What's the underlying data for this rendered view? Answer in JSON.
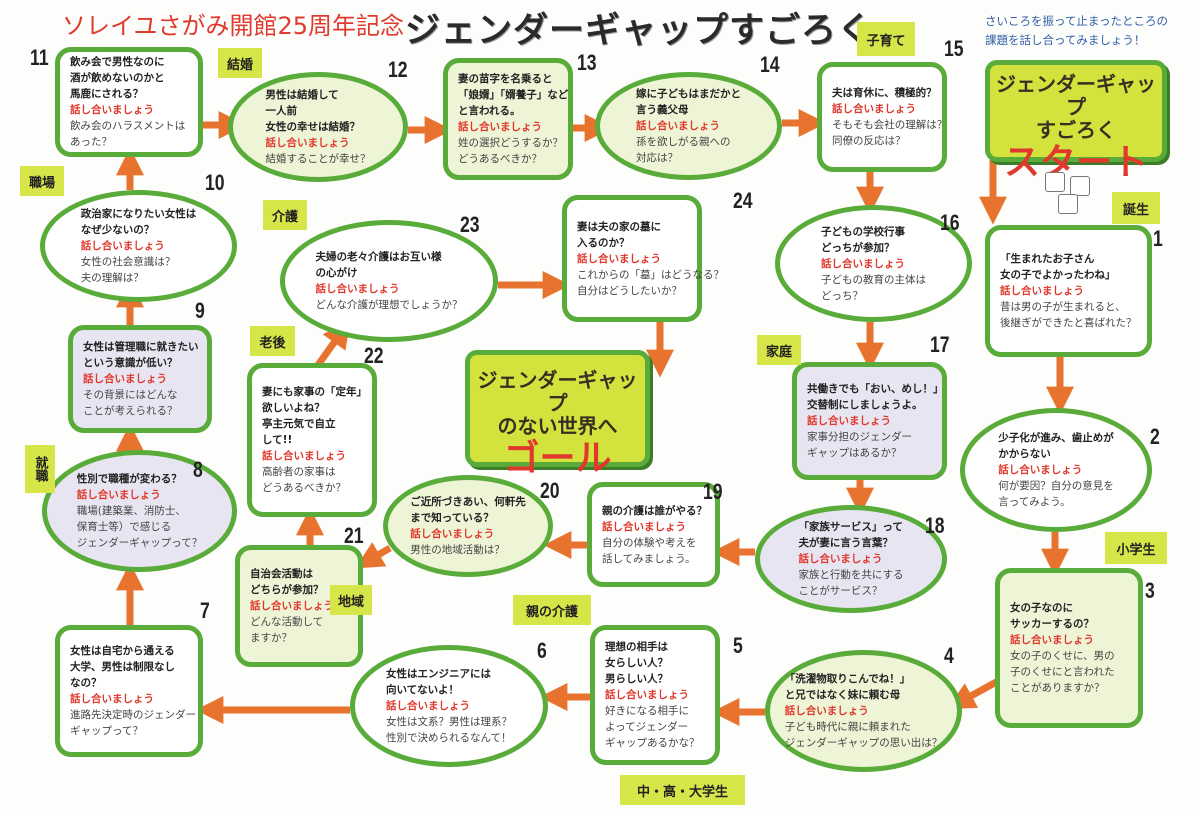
{
  "header": {
    "subtitle": "ソレイユさがみ開館25周年記念",
    "title": "ジェンダーギャップすごろく",
    "instructions": [
      "さいころを振って止まったところの",
      "課題を話し合ってみましょう！"
    ]
  },
  "start": {
    "lines": [
      "ジェンダーギャップ",
      "すごろく"
    ],
    "label": "スタート"
  },
  "goal": {
    "lines": [
      "ジェンダーギャップ",
      "のない世界へ"
    ],
    "label": "ゴール"
  },
  "discuss_label": "話し合いましょう",
  "categories": {
    "birth": "誕生",
    "elementary": "小学生",
    "students": "中・高・大学生",
    "parent_care": "親の介護",
    "job_hunting": "就職",
    "workplace": "職場",
    "marriage": "結婚",
    "childcare": "子育て",
    "home": "家庭",
    "community": "地域",
    "old_age": "老後",
    "care": "介護"
  },
  "squares": [
    {
      "num": "1",
      "q": [
        "「生まれたお子さん",
        "女の子でよかったわね」"
      ],
      "p": [
        "昔は男の子が生まれると、",
        "後継ぎができたと喜ばれた？"
      ]
    },
    {
      "num": "2",
      "q": [
        "少子化が進み、歯止めが",
        "かからない"
      ],
      "p": [
        "何が要因？自分の意見を",
        "言ってみよう。"
      ]
    },
    {
      "num": "3",
      "q": [
        "女の子なのに",
        "サッカーするの？"
      ],
      "p": [
        "女の子のくせに、男の",
        "子のくせにと言われた",
        "ことがありますか？"
      ]
    },
    {
      "num": "4",
      "q": [
        "「洗濯物取りこんでね！」",
        "と兄ではなく妹に頼む母"
      ],
      "p": [
        "子ども時代に親に頼まれた",
        "ジェンダーギャップの思い出は？"
      ]
    },
    {
      "num": "5",
      "q": [
        "理想の相手は",
        "女らしい人？",
        "男らしい人？"
      ],
      "p": [
        "好きになる相手に",
        "よってジェンダー",
        "ギャップあるかな？"
      ]
    },
    {
      "num": "6",
      "q": [
        "女性はエンジニアには",
        "向いてないよ！"
      ],
      "p": [
        "女性は文系？男性は理系？",
        "性別で決められるなんて！"
      ]
    },
    {
      "num": "7",
      "q": [
        "女性は自宅から通える",
        "大学、男性は制限なし",
        "なの？"
      ],
      "p": [
        "進路先決定時のジェンダー",
        "ギャップって？"
      ]
    },
    {
      "num": "8",
      "q": [
        "性別で職種が変わる？"
      ],
      "p": [
        "職場(建築業、消防士、",
        "保育士等）で感じる",
        "ジェンダーギャップって？"
      ]
    },
    {
      "num": "9",
      "q": [
        "女性は管理職に就きたい",
        "という意識が低い？"
      ],
      "p": [
        "その背景にはどんな",
        "ことが考えられる？"
      ]
    },
    {
      "num": "10",
      "q": [
        "政治家になりたい女性は",
        "なぜ少ないの？"
      ],
      "p": [
        "女性の社会意識は？",
        "夫の理解は？"
      ]
    },
    {
      "num": "11",
      "q": [
        "飲み会で男性なのに",
        "酒が飲めないのかと",
        "馬鹿にされる？"
      ],
      "p": [
        "飲み会のハラスメントは",
        "あった？"
      ]
    },
    {
      "num": "12",
      "q": [
        "男性は結婚して",
        "一人前",
        "女性の幸せは結婚？"
      ],
      "p": [
        "結婚することが幸せ？"
      ]
    },
    {
      "num": "13",
      "q": [
        "妻の苗字を名乗ると",
        "「娘婿」「婿養子」など",
        "と言われる。"
      ],
      "p": [
        "姓の選択どうするか？",
        "どうあるべきか？"
      ]
    },
    {
      "num": "14",
      "q": [
        "嫁に子どもはまだかと",
        "言う義父母"
      ],
      "p": [
        "孫を欲しがる親への",
        "対応は？"
      ]
    },
    {
      "num": "15",
      "q": [
        "夫は育休に、積極的？"
      ],
      "p": [
        "そもそも会社の理解は？",
        "同僚の反応は？"
      ]
    },
    {
      "num": "16",
      "q": [
        "子どもの学校行事",
        "どっちが参加？"
      ],
      "p": [
        "子どもの教育の主体は",
        "どっち？"
      ]
    },
    {
      "num": "17",
      "q": [
        "共働きでも「おい、めし！」",
        "交替制にしましょうよ。"
      ],
      "p": [
        "家事分担のジェンダー",
        "ギャップはあるか？"
      ]
    },
    {
      "num": "18",
      "q": [
        "「家族サービス」って",
        "夫が妻に言う言葉？"
      ],
      "p": [
        "家族と行動を共にする",
        "ことがサービス？"
      ]
    },
    {
      "num": "19",
      "q": [
        "親の介護は誰がやる？"
      ],
      "p": [
        "自分の体験や考えを",
        "話してみましょう。"
      ]
    },
    {
      "num": "20",
      "q": [
        "ご近所づきあい、何軒先",
        "まで知っている？"
      ],
      "p": [
        "男性の地域活動は？"
      ]
    },
    {
      "num": "21",
      "q": [
        "自治会活動は",
        "どちらが参加？"
      ],
      "p": [
        "どんな活動して",
        "ますか？"
      ]
    },
    {
      "num": "22",
      "q": [
        "妻にも家事の「定年」",
        "欲しいよね？",
        "亭主元気で自立",
        "して!!"
      ],
      "p": [
        "高齢者の家事は",
        "どうあるべきか？"
      ]
    },
    {
      "num": "23",
      "q": [
        "夫婦の老々介護はお互い様",
        "の心がけ"
      ],
      "p": [
        "どんな介護が理想でしょうか？"
      ]
    },
    {
      "num": "24",
      "q": [
        "妻は夫の家の墓に",
        "入るのか？"
      ],
      "p": [
        "これからの「墓」はどうなる？",
        "自分はどうしたいか？"
      ]
    }
  ],
  "colors": {
    "border": "#59ab3a",
    "arrow": "#e8732e",
    "accent_red": "#e0382c",
    "category": "#d6e548"
  }
}
